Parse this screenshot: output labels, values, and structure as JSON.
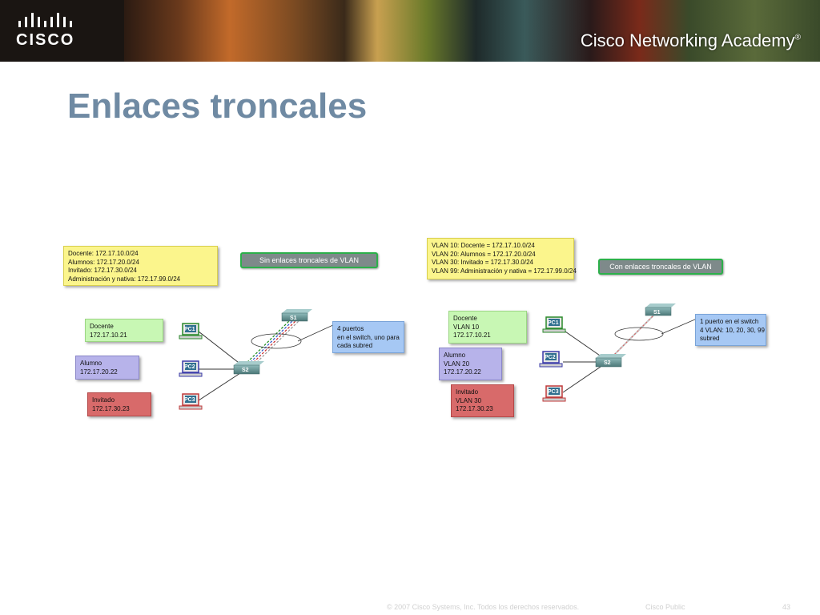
{
  "header": {
    "logo_text": "CISCO",
    "academy_title": "Cisco Networking Academy",
    "academy_mark": "®"
  },
  "slide": {
    "title": "Enlaces troncales"
  },
  "left_diagram": {
    "pill": "Sin enlaces troncales de VLAN",
    "subnets": [
      "Docente: 172.17.10.0/24",
      "Alumnos: 172.17.20.0/24",
      "Invitado: 172.17.30.0/24",
      "Administración y nativa: 172.17.99.0/24"
    ],
    "hosts": [
      {
        "lines": [
          "Docente",
          "172.17.10.21"
        ]
      },
      {
        "lines": [
          "Alumno",
          "172.17.20.22"
        ]
      },
      {
        "lines": [
          "Invitado",
          "172.17.30.23"
        ]
      }
    ],
    "note": [
      "4 puertos",
      "en el switch, uno para",
      "cada subred"
    ],
    "devices": {
      "pc1": "PC1",
      "pc2": "PC2",
      "pc3": "PC3",
      "s1": "S1",
      "s2": "S2"
    }
  },
  "right_diagram": {
    "pill": "Con enlaces troncales de VLAN",
    "subnets": [
      "VLAN 10: Docente = 172.17.10.0/24",
      "VLAN 20: Alumnos = 172.17.20.0/24",
      "VLAN 30: Invitado = 172.17.30.0/24",
      "VLAN 99: Administración y nativa = 172.17.99.0/24"
    ],
    "hosts": [
      {
        "lines": [
          "Docente",
          "VLAN 10",
          "172.17.10.21"
        ]
      },
      {
        "lines": [
          "Alumno",
          "VLAN 20",
          "172.17.20.22"
        ]
      },
      {
        "lines": [
          "Invitado",
          "VLAN 30",
          "172.17.30.23"
        ]
      }
    ],
    "note": [
      "1 puerto en el switch",
      "4 VLAN: 10, 20, 30, 99",
      "subred"
    ],
    "devices": {
      "pc1": "PC1",
      "pc2": "PC2",
      "pc3": "PC3",
      "s1": "S1",
      "s2": "S2"
    }
  },
  "footer": {
    "copyright": "© 2007 Cisco Systems, Inc. Todos los derechos reservados.",
    "classification": "Cisco Public",
    "page": "43"
  },
  "colors": {
    "title": "#6f8aa3",
    "yellow_box": "#fbf58c",
    "green_box": "#c8f7b4",
    "purple_box": "#b7b3ea",
    "red_box": "#d86a6a",
    "blue_box": "#a6c8f4",
    "pill_border": "#2cb04a",
    "switch": "#5e8f8f"
  }
}
